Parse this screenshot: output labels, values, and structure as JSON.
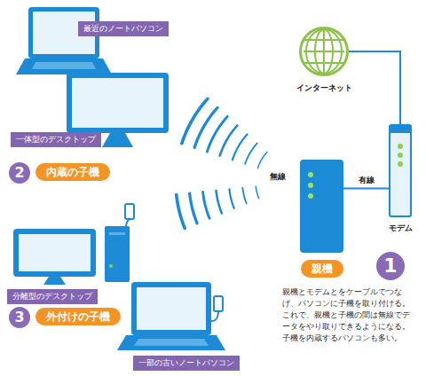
{
  "diagram": {
    "nodes": [
      {
        "text": [
          "最近のノートパソコン"
        ]
      },
      {
        "text": [
          "インターネット"
        ]
      },
      {
        "text": [
          "一体型のデスクトップ"
        ]
      },
      {
        "text": [
          "モデム"
        ]
      },
      {
        "text": [
          "2"
        ]
      },
      {
        "text": [
          "内蔵の子機"
        ]
      },
      {
        "text": [
          "親機"
        ]
      },
      {
        "text": [
          "1"
        ]
      },
      {
        "text": [
          "分離型のデスクトップ"
        ]
      },
      {
        "text": [
          "3"
        ]
      },
      {
        "text": [
          "外付けの子機"
        ]
      },
      {
        "text": [
          "一部の古いノートパソコン"
        ]
      }
    ],
    "edges": [
      {
        "from": 1,
        "to": 3,
        "arrow": "none"
      },
      {
        "from": 3,
        "to": 6,
        "label": "有線",
        "arrow": "none"
      }
    ],
    "labels": [
      "無線",
      "親機とモデムとをケーブルでつなげ、パソコンに子機を取り付ける。これで、親機と子機の間は無線でデータをやり取りできるようになる。子機を内蔵するパソコンも多い。"
    ]
  }
}
